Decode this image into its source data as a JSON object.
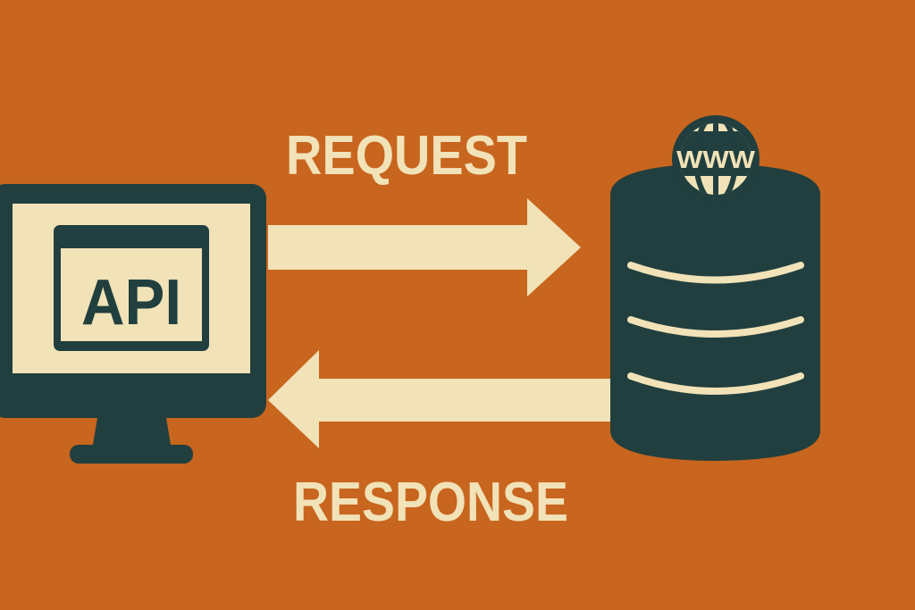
{
  "diagram": {
    "request_label": "REQUEST",
    "response_label": "RESPONSE",
    "client_label": "API",
    "server_globe_label": "WWW",
    "icons": [
      "monitor-icon",
      "database-icon",
      "globe-icon",
      "arrow-right-icon",
      "arrow-left-icon"
    ]
  },
  "colors": {
    "background": "#c8651e",
    "dark": "#213f3e",
    "light": "#f1e2b8"
  }
}
